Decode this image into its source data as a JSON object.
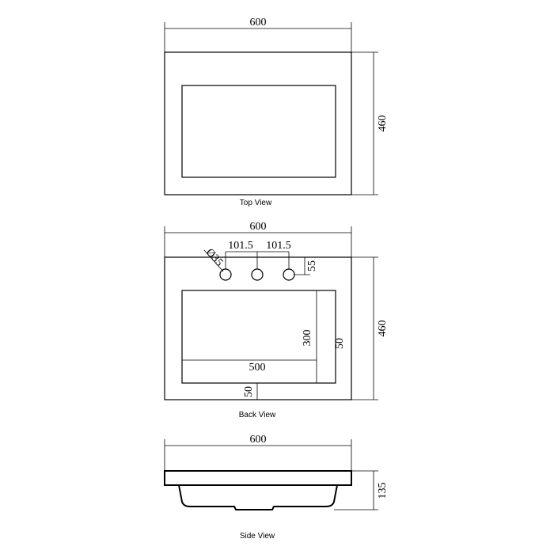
{
  "views": {
    "top": {
      "caption": "Top View",
      "width_dim": "600",
      "height_dim": "460"
    },
    "back": {
      "caption": "Back View",
      "width_dim": "600",
      "hole_spacing_left": "101.5",
      "hole_spacing_right": "101.5",
      "hole_diameter": "Ø35",
      "hole_offset": "55",
      "basin_width": "500",
      "basin_height": "300",
      "right_margin": "50",
      "bottom_margin": "50",
      "height_dim": "460"
    },
    "side": {
      "caption": "Side View",
      "width_dim": "600",
      "height_dim": "135"
    }
  }
}
